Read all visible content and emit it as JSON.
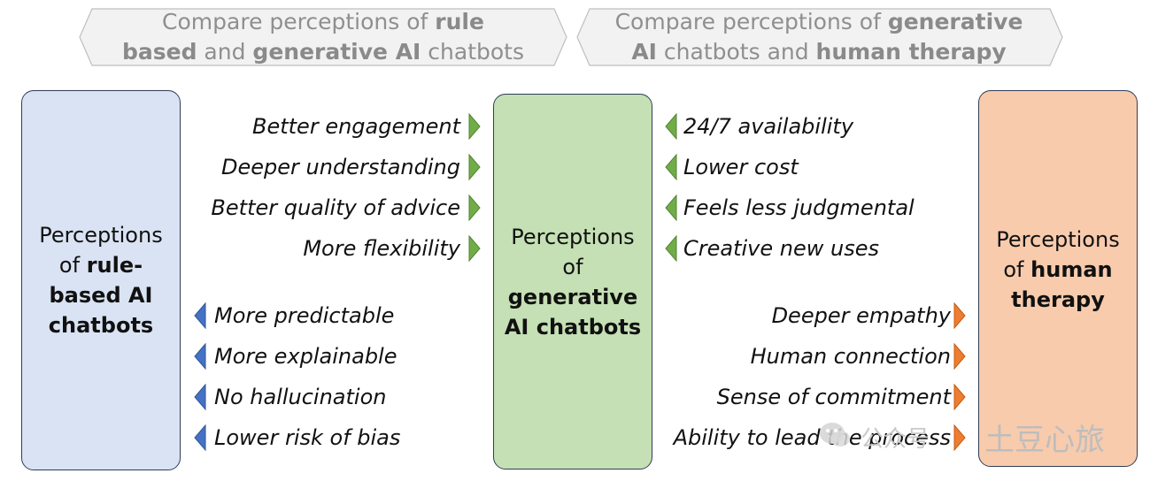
{
  "banners": [
    {
      "pre": "Compare perceptions of ",
      "b1": "rule",
      "br": "",
      "b2": "based",
      "mid": " and ",
      "b3": "generative AI",
      "post": " chatbots"
    },
    {
      "pre": "Compare perceptions of ",
      "b1": "generative",
      "br": "",
      "b2": "AI",
      "mid": " chatbots and ",
      "b3": "human therapy",
      "post": ""
    }
  ],
  "boxes": {
    "rule": {
      "line1": "Perceptions",
      "line2a": "of ",
      "line2b": "rule-",
      "line3": "based AI",
      "line4": "chatbots"
    },
    "gen": {
      "line1": "Perceptions",
      "line2": "of",
      "line3": "generative",
      "line4": "AI chatbots"
    },
    "human": {
      "line1": "Perceptions",
      "line2a": "of ",
      "line2b": "human",
      "line3": "therapy"
    }
  },
  "gen_over_rule": [
    "Better engagement",
    "Deeper understanding",
    "Better quality of advice",
    "More flexibility"
  ],
  "rule_over_gen": [
    "More predictable",
    "More explainable",
    "No hallucination",
    "Lower risk of bias"
  ],
  "gen_over_human": [
    "24/7 availability",
    "Lower cost",
    "Feels less judgmental",
    "Creative new uses"
  ],
  "human_over_gen": [
    "Deeper empathy",
    "Human connection",
    "Sense of commitment",
    "Ability to lead the process"
  ],
  "colors": {
    "rule_fill": "#dae3f3",
    "gen_fill": "#c5e0b4",
    "human_fill": "#f8cbad",
    "green_arrow": "#70ad47",
    "blue_arrow": "#4472c4",
    "orange_arrow": "#ed7d31"
  },
  "watermark": {
    "prefix": "公众号",
    "name": "土豆心旅"
  }
}
